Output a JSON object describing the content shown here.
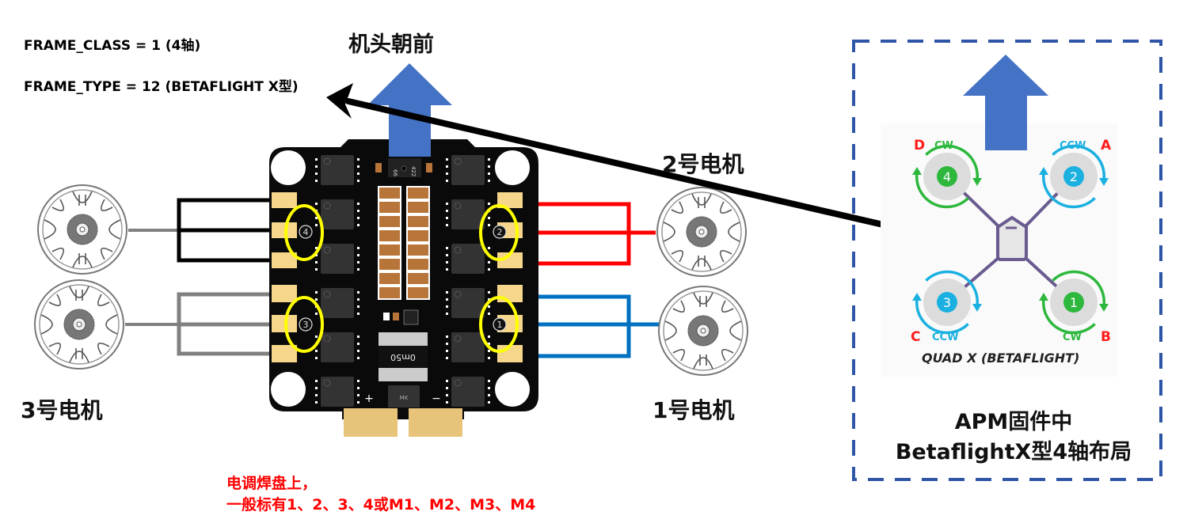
{
  "params": {
    "frame_class": "FRAME_CLASS = 1 (4轴)",
    "frame_type": "FRAME_TYPE = 12 (BETAFLIGHT X型)"
  },
  "heading": "机头朝前",
  "motor_labels": {
    "m2": "2号电机",
    "m3": "3号电机",
    "m1": "1号电机"
  },
  "esc": {
    "pad_numbers": [
      "4",
      "2",
      "3",
      "1"
    ],
    "chip_markings": [
      "66",
      "422"
    ],
    "shunt_marking": "0m50",
    "part_marking": "MK",
    "plus_sign": "+",
    "minus_sign": "−",
    "wire_colors": {
      "motor4": "#000000",
      "motor3": "#808080",
      "motor2": "#ff0000",
      "motor1": "#0070c0"
    },
    "highlight_color": "#ffff00"
  },
  "note": {
    "line1": "电调焊盘上，",
    "line2": "一般标有1、2、3、4或M1、M2、M3、M4"
  },
  "quad_panel": {
    "motors": [
      {
        "number": "4",
        "corner": "D",
        "dir": "CW",
        "color": "#2db83d"
      },
      {
        "number": "2",
        "corner": "A",
        "dir": "CCW",
        "color": "#1ab0e0"
      },
      {
        "number": "3",
        "corner": "C",
        "dir": "CCW",
        "color": "#1ab0e0"
      },
      {
        "number": "1",
        "corner": "B",
        "dir": "CW",
        "color": "#2db83d"
      }
    ],
    "caption": "QUAD X (BETAFLIGHT)",
    "title_line1": "APM固件中",
    "title_line2": "BetaflightX型4轴布局",
    "border_color": "#2f56a6",
    "arrow_color": "#4472c4"
  }
}
